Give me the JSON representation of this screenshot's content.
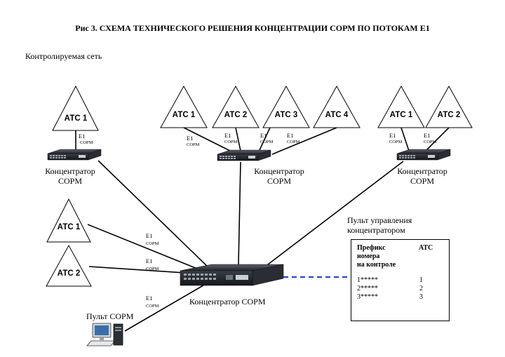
{
  "title": "Рис 3. СХЕМА ТЕХНИЧЕСКОГО РЕШЕНИЯ КОНЦЕНТРАЦИИ СОРМ  ПО ПОТОКАМ Е1",
  "network_label": "Контролируемая сеть",
  "concentrator_small_label": [
    "Концентратор",
    "СОРМ"
  ],
  "concentrator_main_label": "Концентратор  СОРМ",
  "pult_sorm_label": "Пульт СОРМ",
  "control_panel_label": [
    "Пульт управления",
    "концентратором"
  ],
  "ats": {
    "a1": "АТС 1",
    "b1": "АТС 1",
    "b2": "АТС 2",
    "b3": "АТС 3",
    "b4": "АТС 4",
    "c1": "АТС 1",
    "c2": "АТС 2",
    "d1": "АТС 1",
    "d2": "АТС 2"
  },
  "link_label": {
    "e1": "E1",
    "sorm": "СОРМ"
  },
  "table": {
    "header_prefix": [
      "Префикс",
      "номера",
      "на контроле"
    ],
    "header_ats": "АТС",
    "rows": [
      {
        "prefix": "1*****",
        "ats": "1"
      },
      {
        "prefix": "2*****",
        "ats": "2"
      },
      {
        "prefix": "3*****",
        "ats": "3"
      }
    ]
  },
  "colors": {
    "dashed_link": "#1f3fc8",
    "device": "#2b2f36"
  }
}
